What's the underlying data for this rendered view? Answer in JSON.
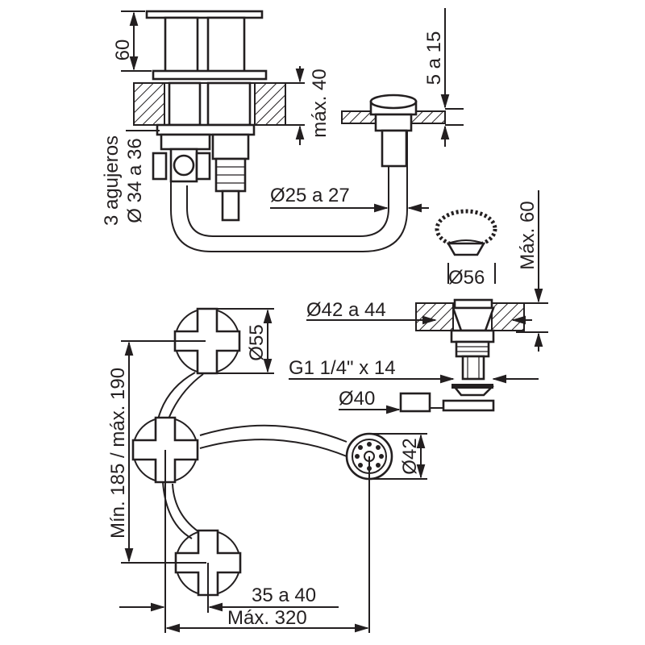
{
  "labels": {
    "handle_height": "60",
    "deck_thickness_max": "máx. 40",
    "spout_deck": "5 a 15",
    "holes_line1": "3 agujeros",
    "holes_line2": "Ø 34 a 36",
    "pipe_diameter": "Ø25 a 27",
    "drain_max_height": "Máx. 60",
    "plug_diameter": "Ø56",
    "drain_hole": "Ø42 a 44",
    "drain_thread": "G1 1/4\" x 14",
    "overflow_diameter": "Ø40",
    "handle_diameter": "Ø55",
    "spray_diameter": "Ø42",
    "valve_spacing": "Mín. 185 / máx. 190",
    "offset": "35 a 40",
    "total_width": "Máx. 320"
  }
}
